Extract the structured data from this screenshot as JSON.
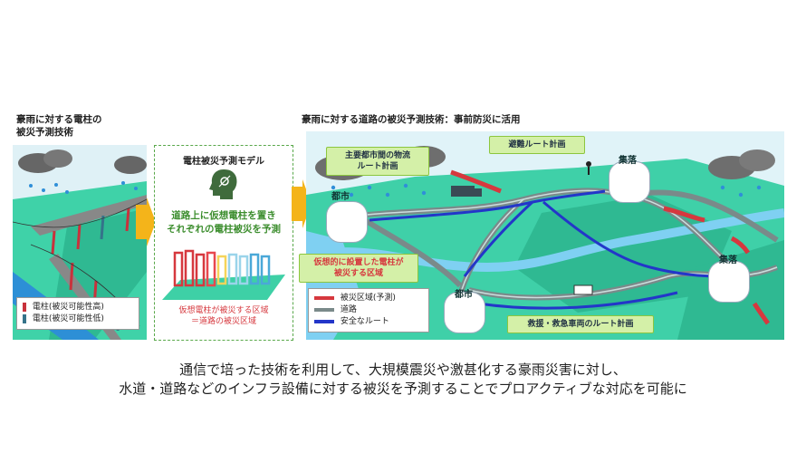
{
  "left_panel": {
    "title_line1": "豪雨に対する電柱の",
    "title_line2": "被災予測技術",
    "legend_high": "電柱(被災可能性高)",
    "legend_low": "電柱(被災可能性低)"
  },
  "model_panel": {
    "title": "電柱被災予測モデル",
    "desc_line1": "道路上に仮想電柱を置き",
    "desc_line2": "それぞれの電柱被災を予測",
    "note_line1": "仮想電柱が被災する区域",
    "note_line2": "＝道路の被災区域"
  },
  "right_panel": {
    "title": "豪雨に対する道路の被災予測技術：事前防災に活用",
    "logistics_line1": "主要都市間の物流",
    "logistics_line2": "ルート計画",
    "evacuation": "避難ルート計画",
    "city_top": "都市",
    "city_bottom": "都市",
    "village_top": "集落",
    "village_right": "集落",
    "virtual_note_line1": "仮想的に設置した電柱が",
    "virtual_note_line2": "被災する区域",
    "legend_damage": "被災区域(予測)",
    "legend_road": "道路",
    "legend_route": "安全なルート",
    "rescue": "救援・救急車両のルート計画"
  },
  "caption": {
    "line1": "通信で培った技術を利用して、大規模震災や激甚化する豪雨災害に対し、",
    "line2": "水道・道路などのインフラ設備に対する被災を予測することでプロアクティブな対応を可能に"
  }
}
